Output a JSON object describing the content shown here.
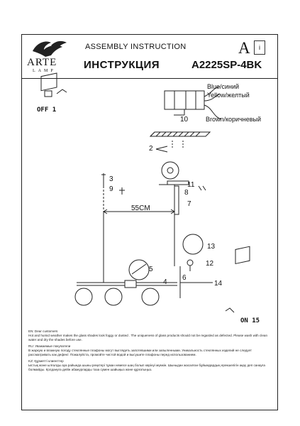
{
  "header": {
    "brand": "ARTE",
    "brand_sub": "LAMP",
    "title_en": "ASSEMBLY INSTRUCTION",
    "title_ru": "ИНСТРУКЦИЯ",
    "model": "A2225SP-4BK",
    "badge_letter": "A",
    "badge_icon": "info-book-icon"
  },
  "diagram": {
    "off_label": "OFF",
    "off_num": "1",
    "on_label": "ON",
    "on_num": "15",
    "wire_blue": "Blue/синий",
    "wire_yellow": "Yellow/желтый",
    "wire_brown": "Brown/коричневый",
    "part_numbers": [
      "2",
      "3",
      "4",
      "5",
      "6",
      "7",
      "8",
      "9",
      "10",
      "11",
      "12",
      "13",
      "14"
    ],
    "dimension": "55CM"
  },
  "notes": {
    "en_head": "EN: Dear customers",
    "en_body": "Hot and humid weather makes the glass shades look foggy or dusted . The uniqueness of glass products should not be regarded as defected. Please wash with clean water and dry the shades before use.",
    "ru_head": "RU: Уважаемые покупатели",
    "ru_body": "В жаркую и влажную погоду стеклянные плафоны могут выглядеть запотевшими или запыленными. Уникальность стеклянных изделий не следует рассматривать как дефект. Пожалуйста, промойте чистой водой и высушите плафоны перед использованием.",
    "kz_head": "KZ: Құрметті клиенттер",
    "kz_body": "Ыстық және ылғалды ауа райында шыны реңктері тұман немесе шаң болып көрінуі мүмкін. Шыныдан жасалған бұйымдардың ерекшелігін ақау деп санауға болмайды. Қолдануға дейін абажурларды таза сумен шайыңыз және құрғатыңыз."
  }
}
